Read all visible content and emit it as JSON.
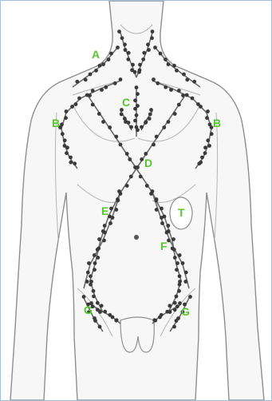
{
  "colors": {
    "frame": "#9fc0de",
    "label": "#58c52f",
    "node": "#3a3a3a",
    "vessel": "#6a6a6a",
    "outline": "#8e8e8e",
    "skin": "#f7f7f7",
    "shade": "#d9d9d9"
  },
  "labels": {
    "a": "A",
    "b_left": "B",
    "b_right": "B",
    "c": "C",
    "d": "D",
    "e": "E",
    "f": "F",
    "g_left": "G",
    "g_right": "G",
    "t": "T"
  }
}
